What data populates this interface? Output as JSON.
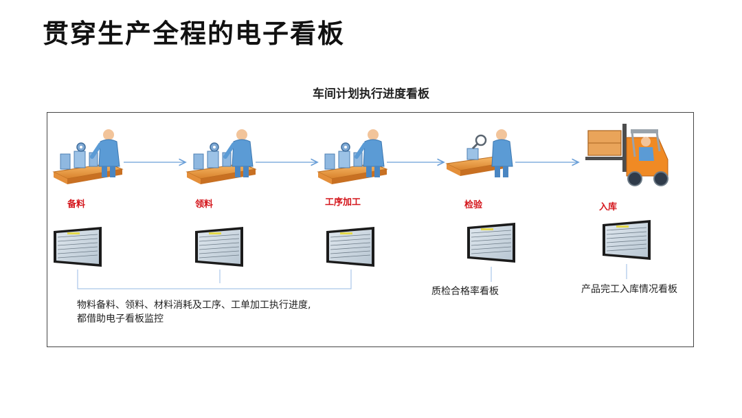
{
  "page": {
    "title": "贯穿生产全程的电子看板",
    "subtitle": "车间计划执行进度看板"
  },
  "stages": [
    {
      "label": "备料",
      "icon": "worker-conveyor-icon"
    },
    {
      "label": "领料",
      "icon": "worker-conveyor-icon"
    },
    {
      "label": "工序加工",
      "icon": "worker-conveyor-icon"
    },
    {
      "label": "检验",
      "icon": "inspector-icon"
    },
    {
      "label": "入库",
      "icon": "forklift-icon"
    }
  ],
  "captions": {
    "production_line1": "物料备料、领料、材料消耗及工序、工单加工执行进度,",
    "production_line2": "都借助电子看板监控",
    "quality": "质检合格率看板",
    "warehouse": "产品完工入库情况看板"
  },
  "colors": {
    "stage_label": "#d4161c",
    "worker_body": "#5b9bd5",
    "worker_skin": "#f2c49a",
    "conveyor": "#f0a24b",
    "machine": "#8fb8e0",
    "arrow": "#6a9fd8",
    "connector": "#a9c6e8",
    "monitor_bezel": "#1b1b1b"
  }
}
